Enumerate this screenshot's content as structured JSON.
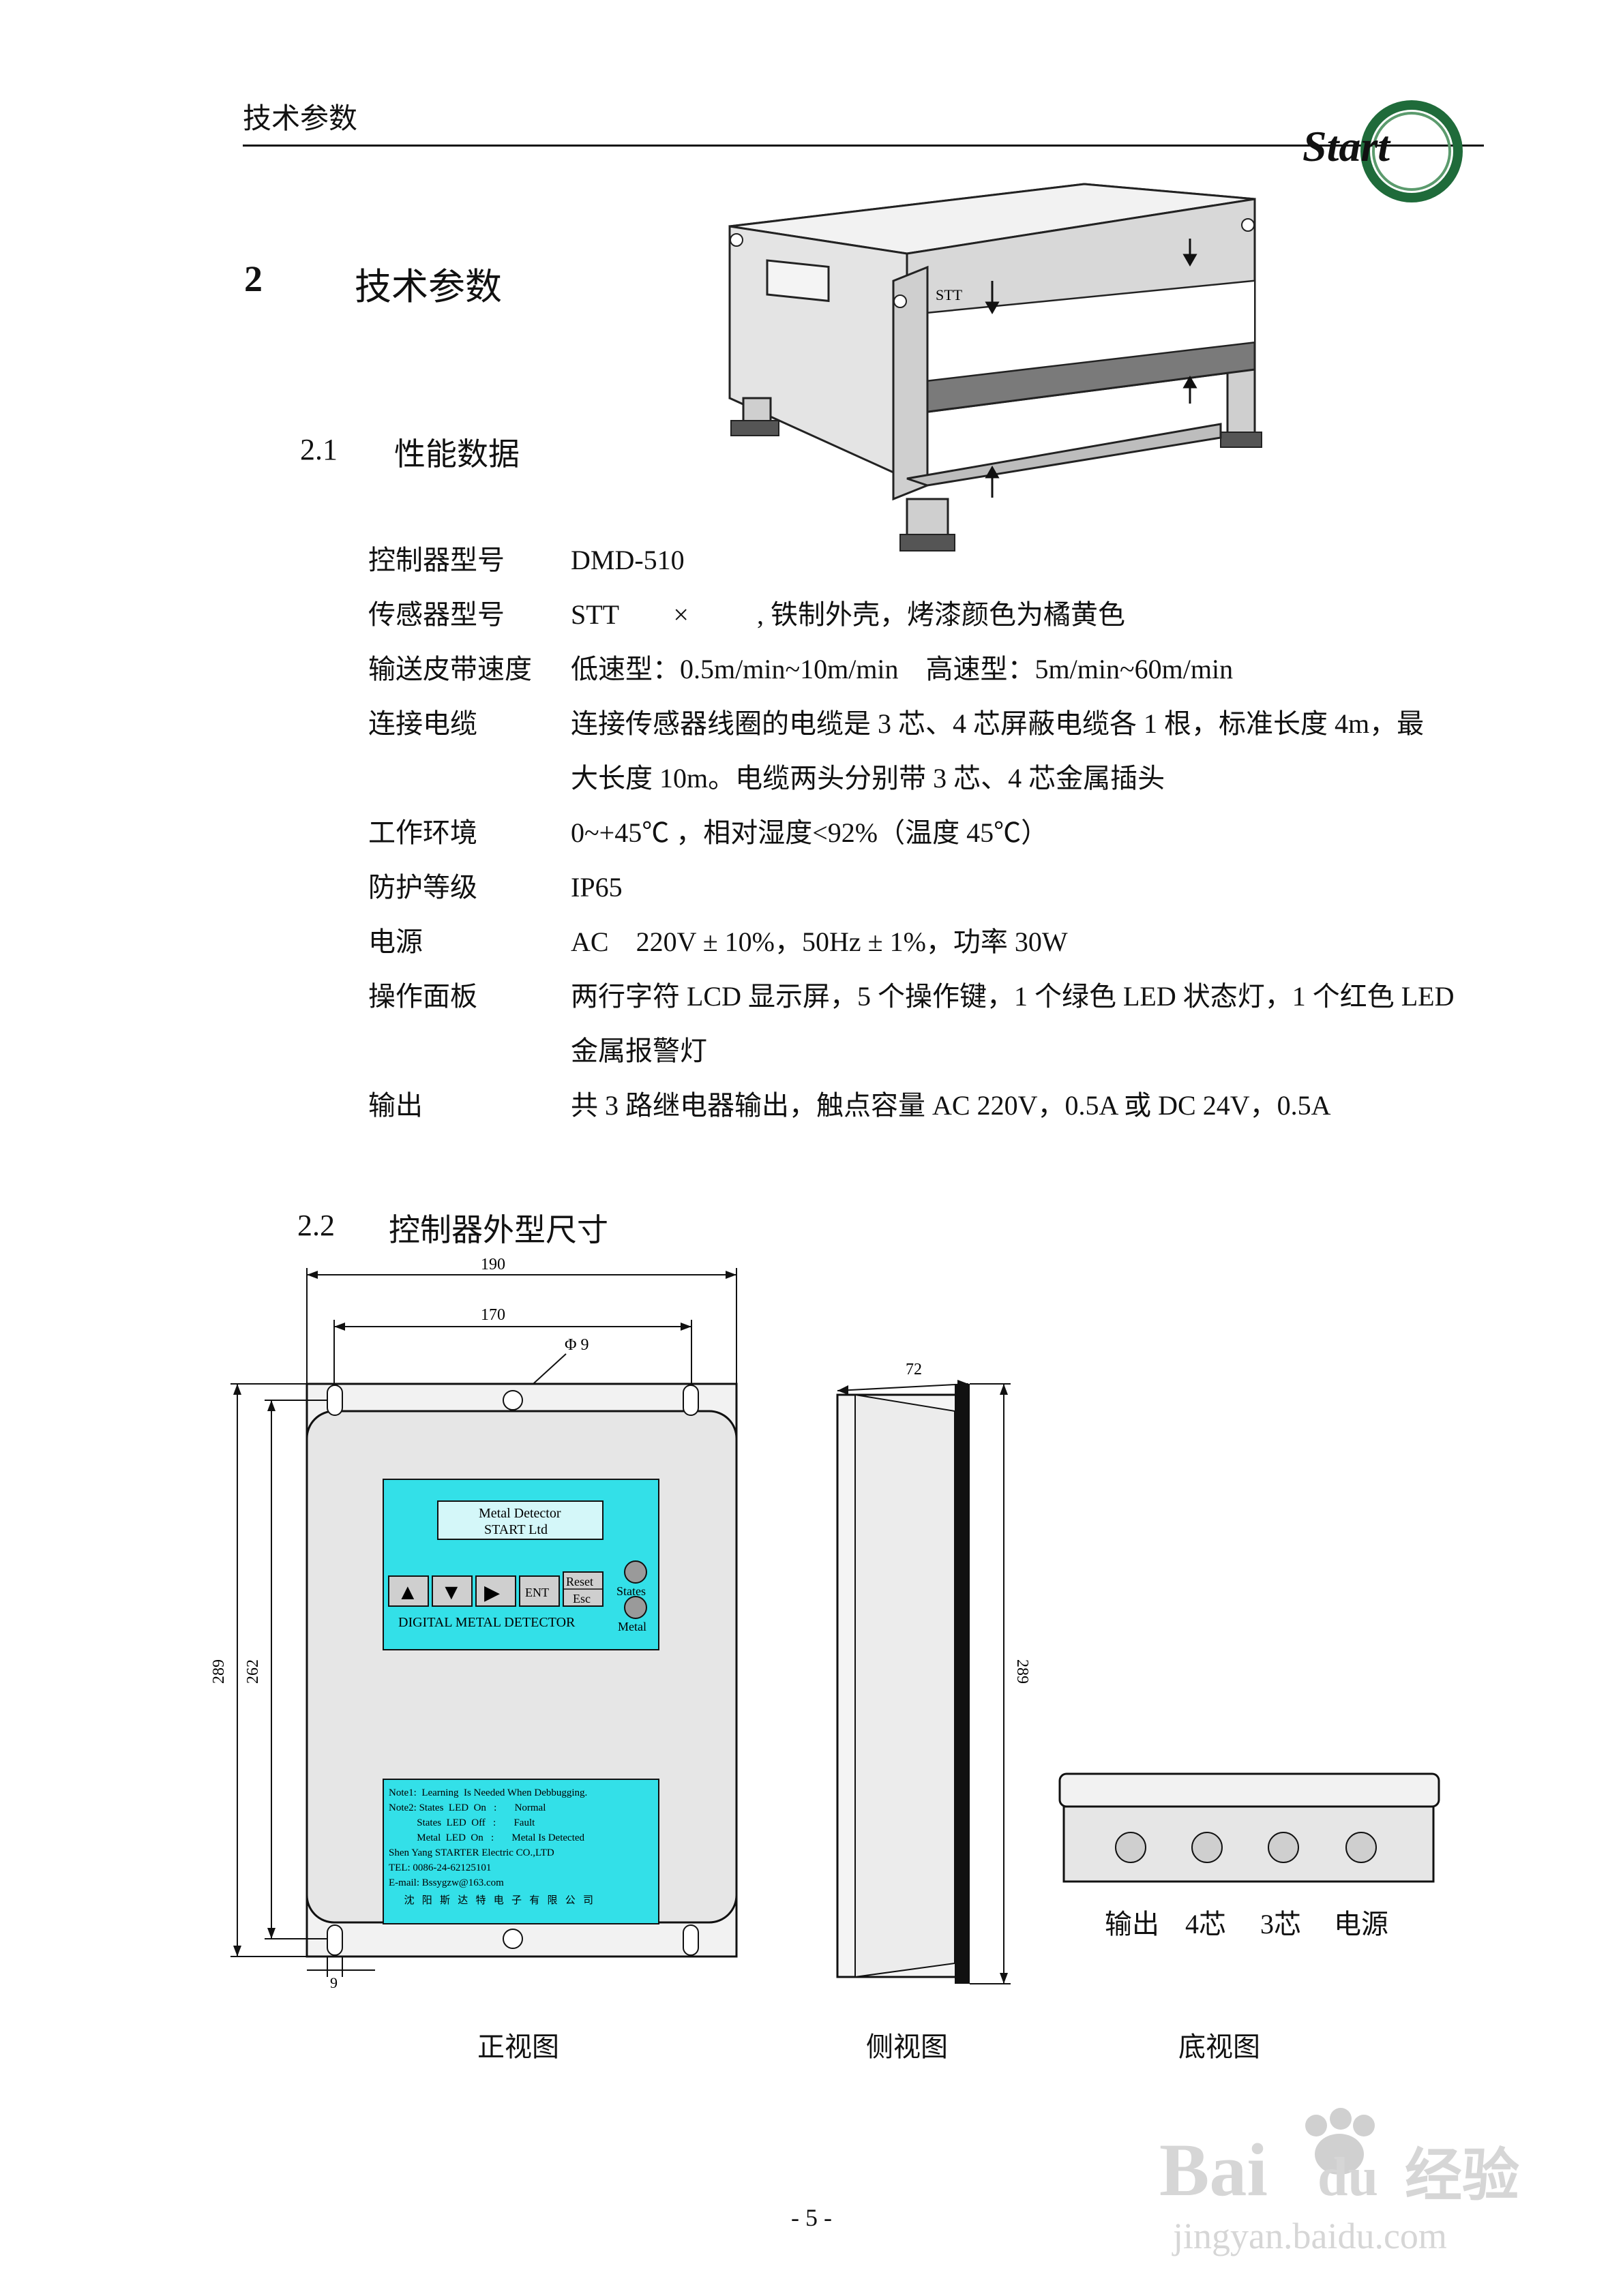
{
  "header": {
    "title": "技术参数",
    "logo_text": "Start"
  },
  "section": {
    "number": "2",
    "title": "技术参数"
  },
  "sub1": {
    "number": "2.1",
    "title": "性能数据"
  },
  "specs": [
    {
      "key": "控制器型号",
      "value": "DMD-510"
    },
    {
      "key": "传感器型号",
      "value": "STT        ×          , 铁制外壳，烤漆颜色为橘黄色"
    },
    {
      "key": "输送皮带速度",
      "value": "低速型：0.5m/min~10m/min    高速型：5m/min~60m/min"
    },
    {
      "key": "连接电缆",
      "value": "连接传感器线圈的电缆是 3 芯、4 芯屏蔽电缆各 1 根，标准长度 4m，最"
    },
    {
      "key": "",
      "value": "大长度 10m。电缆两头分别带 3 芯、4 芯金属插头"
    },
    {
      "key": "工作环境",
      "value": "0~+45℃ ，相对湿度<92%（温度 45℃）"
    },
    {
      "key": "防护等级",
      "value": "IP65"
    },
    {
      "key": "电源",
      "value": "AC    220V ± 10%，50Hz ± 1%，功率 30W"
    },
    {
      "key": "操作面板",
      "value": "两行字符 LCD 显示屏，5 个操作键，1 个绿色 LED 状态灯，1 个红色 LED"
    },
    {
      "key": "",
      "value": "金属报警灯"
    },
    {
      "key": "输出",
      "value": "共 3 路继电器输出，触点容量 AC 220V，0.5A  或 DC 24V，0.5A"
    }
  ],
  "sub2": {
    "number": "2.2",
    "title": "控制器外型尺寸"
  },
  "sensor_figure": {
    "label": "STT"
  },
  "front_view": {
    "dims": {
      "width_outer": "190",
      "width_holes": "170",
      "hole": "Φ 9",
      "height_outer": "289",
      "height_inner": "262",
      "edge": "9"
    },
    "lcd_line1": "Metal  Detector",
    "lcd_line2": "START  Ltd",
    "btn_up": "▲",
    "btn_down": "▼",
    "btn_right": "▶",
    "btn_ent": "ENT",
    "btn_reset": "Reset",
    "btn_esc": "Esc",
    "led_states": "States",
    "led_metal": "Metal",
    "panel_caption": "DIGITAL  METAL  DETECTOR",
    "note_lines": [
      "Note1:  Learning  Is Needed When Debbugging.",
      "Note2: States  LED  On   :       Normal",
      "           States  LED  Off   :       Fault",
      "           Metal  LED  On   :       Metal Is Detected",
      "Shen Yang STARTER Electric CO.,LTD",
      "TEL: 0086-24-62125101",
      "E-mail: Bssygzw@163.com",
      "      沈   阳   斯   达   特   电   子   有   限   公   司"
    ],
    "caption": "正视图"
  },
  "side_view": {
    "dims": {
      "depth": "72",
      "height": "289"
    },
    "caption": "侧视图"
  },
  "bottom_view": {
    "ports": [
      "输出",
      "4芯",
      "3芯",
      "电源"
    ],
    "caption": "底视图"
  },
  "page_number": "- 5 -",
  "watermark": {
    "brand": "Bai",
    "brand2": "du",
    "cn": "经验",
    "url": "jingyan.baidu.com"
  },
  "colors": {
    "panel": "#33e0e8",
    "enclosure": "#e6e6e6",
    "logo_green": "#1f6b3a"
  }
}
